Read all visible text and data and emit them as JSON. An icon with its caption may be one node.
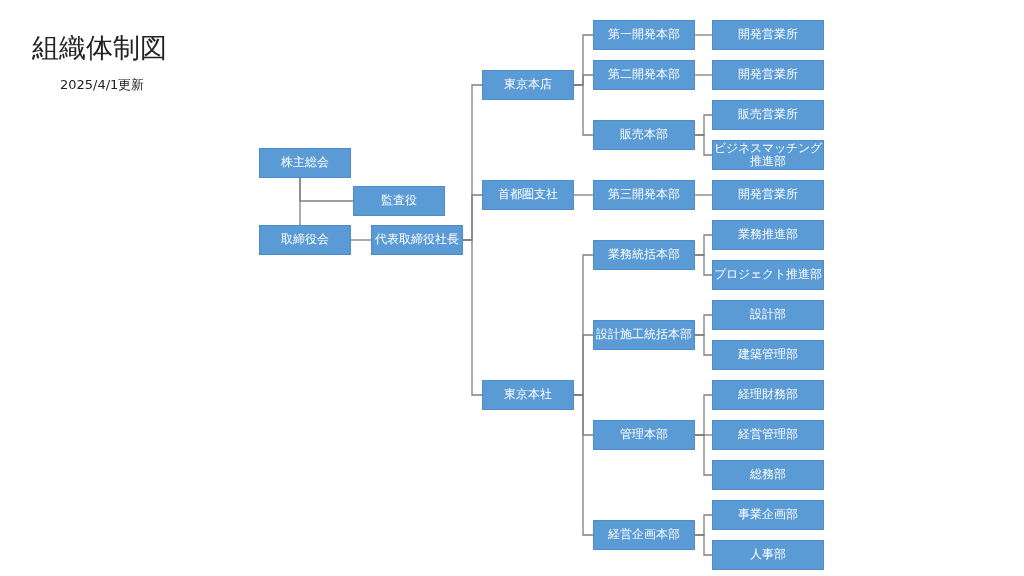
{
  "diagram": {
    "title": "組織体制図",
    "nodes": [
      {
        "text": [
          "株主総会"
        ]
      },
      {
        "text": [
          "監査役"
        ]
      },
      {
        "text": [
          "取締役会"
        ]
      },
      {
        "text": [
          "代表取締役社長"
        ]
      },
      {
        "text": [
          "東京本店"
        ]
      },
      {
        "text": [
          "首都圏支社"
        ]
      },
      {
        "text": [
          "東京本社"
        ]
      },
      {
        "text": [
          "第一開発本部"
        ]
      },
      {
        "text": [
          "第二開発本部"
        ]
      },
      {
        "text": [
          "販売本部"
        ]
      },
      {
        "text": [
          "第三開発本部"
        ]
      },
      {
        "text": [
          "業務統括本部"
        ]
      },
      {
        "text": [
          "設計施工統括本部"
        ]
      },
      {
        "text": [
          "管理本部"
        ]
      },
      {
        "text": [
          "経営企画本部"
        ]
      },
      {
        "text": [
          "開発営業所"
        ]
      },
      {
        "text": [
          "開発営業所"
        ]
      },
      {
        "text": [
          "販売営業所"
        ]
      },
      {
        "text": [
          "ビジネスマッチング推進部"
        ]
      },
      {
        "text": [
          "開発営業所"
        ]
      },
      {
        "text": [
          "業務推進部"
        ]
      },
      {
        "text": [
          "プロジェクト推進部"
        ]
      },
      {
        "text": [
          "設計部"
        ]
      },
      {
        "text": [
          "建築管理部"
        ]
      },
      {
        "text": [
          "経理財務部"
        ]
      },
      {
        "text": [
          "経営管理部"
        ]
      },
      {
        "text": [
          "総務部"
        ]
      },
      {
        "text": [
          "事業企画部"
        ]
      },
      {
        "text": [
          "人事部"
        ]
      }
    ],
    "edges": [
      {
        "from": 0,
        "to": 2,
        "arrow": "none"
      },
      {
        "from": 0,
        "to": 1,
        "arrow": "none"
      },
      {
        "from": 2,
        "to": 3,
        "arrow": "none"
      },
      {
        "from": 3,
        "to": 4,
        "arrow": "none"
      },
      {
        "from": 3,
        "to": 5,
        "arrow": "none"
      },
      {
        "from": 3,
        "to": 6,
        "arrow": "none"
      },
      {
        "from": 4,
        "to": 7,
        "arrow": "none"
      },
      {
        "from": 4,
        "to": 8,
        "arrow": "none"
      },
      {
        "from": 4,
        "to": 9,
        "arrow": "none"
      },
      {
        "from": 5,
        "to": 10,
        "arrow": "none"
      },
      {
        "from": 6,
        "to": 11,
        "arrow": "none"
      },
      {
        "from": 6,
        "to": 12,
        "arrow": "none"
      },
      {
        "from": 6,
        "to": 13,
        "arrow": "none"
      },
      {
        "from": 6,
        "to": 14,
        "arrow": "none"
      },
      {
        "from": 7,
        "to": 15,
        "arrow": "none"
      },
      {
        "from": 8,
        "to": 16,
        "arrow": "none"
      },
      {
        "from": 9,
        "to": 17,
        "arrow": "none"
      },
      {
        "from": 9,
        "to": 18,
        "arrow": "none"
      },
      {
        "from": 10,
        "to": 19,
        "arrow": "none"
      },
      {
        "from": 11,
        "to": 20,
        "arrow": "none"
      },
      {
        "from": 11,
        "to": 21,
        "arrow": "none"
      },
      {
        "from": 12,
        "to": 22,
        "arrow": "none"
      },
      {
        "from": 12,
        "to": 23,
        "arrow": "none"
      },
      {
        "from": 13,
        "to": 24,
        "arrow": "none"
      },
      {
        "from": 13,
        "to": 25,
        "arrow": "none"
      },
      {
        "from": 13,
        "to": 26,
        "arrow": "none"
      },
      {
        "from": 14,
        "to": 27,
        "arrow": "none"
      },
      {
        "from": 14,
        "to": 28,
        "arrow": "none"
      }
    ],
    "labels": [
      "2025/4/1更新"
    ]
  }
}
